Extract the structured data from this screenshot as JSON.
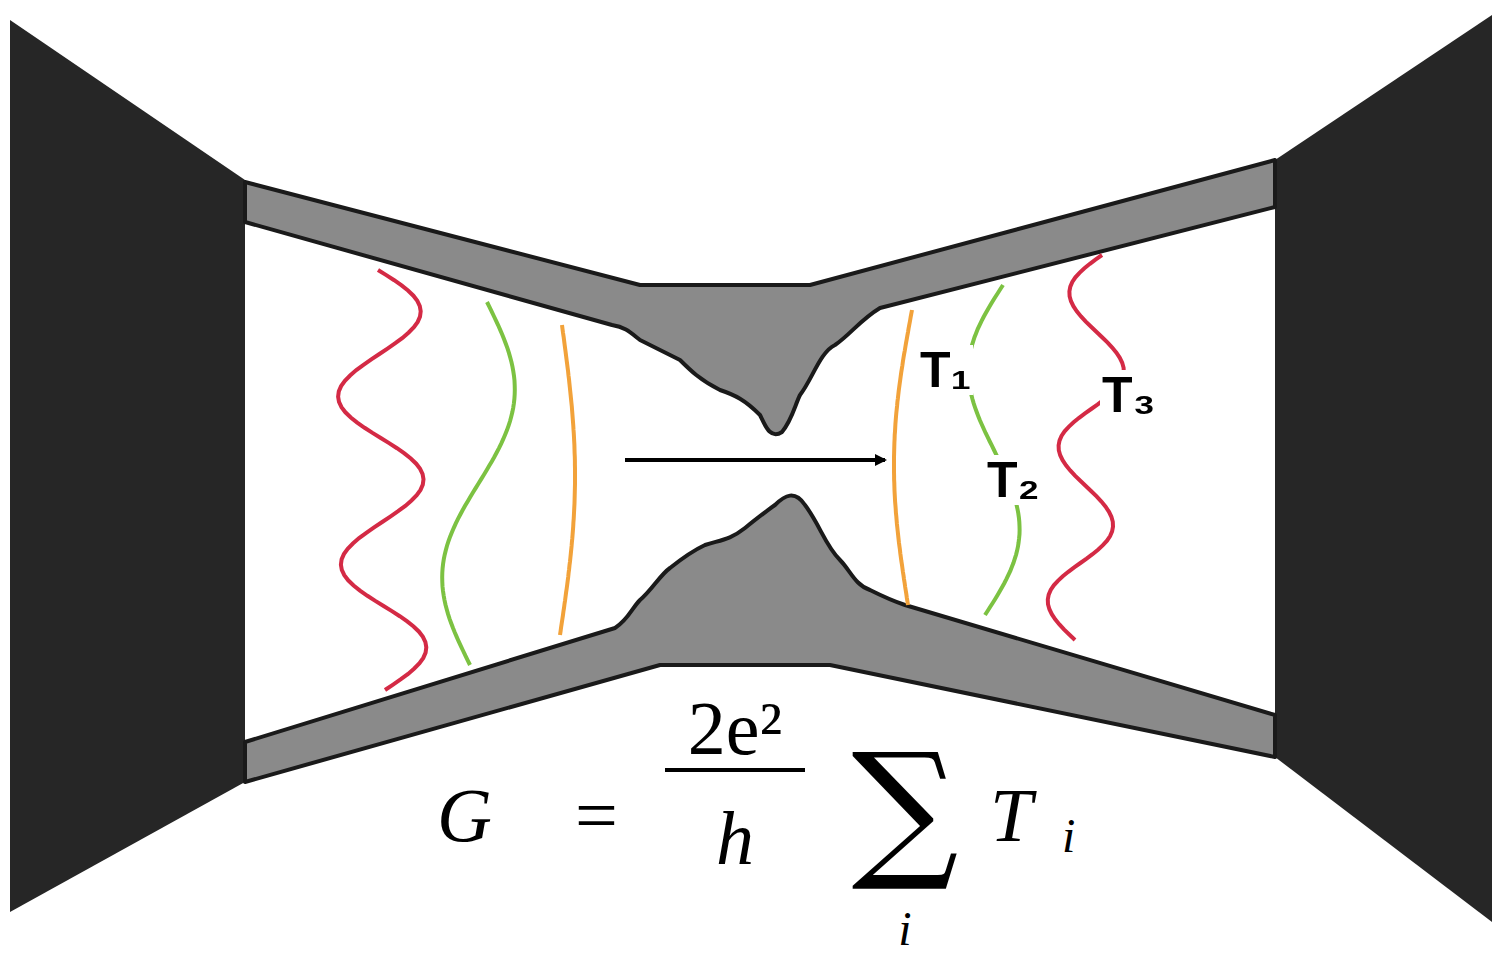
{
  "diagram": {
    "labels": [
      "T₁",
      "T₂",
      "T₃",
      "G",
      "=",
      "2e²",
      "h",
      "∑",
      "i",
      "T",
      "i"
    ]
  }
}
